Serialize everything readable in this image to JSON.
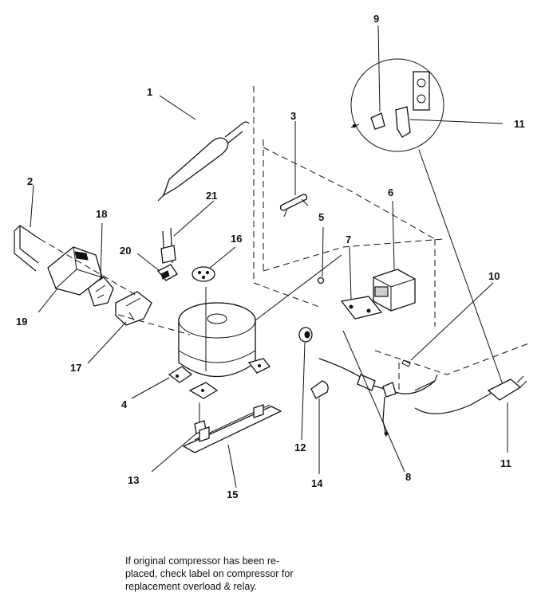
{
  "callouts": [
    {
      "id": "1",
      "label": "1"
    },
    {
      "id": "2",
      "label": "2"
    },
    {
      "id": "3",
      "label": "3"
    },
    {
      "id": "4",
      "label": "4"
    },
    {
      "id": "5",
      "label": "5"
    },
    {
      "id": "6",
      "label": "6"
    },
    {
      "id": "7",
      "label": "7"
    },
    {
      "id": "8",
      "label": "8"
    },
    {
      "id": "9",
      "label": "9"
    },
    {
      "id": "10",
      "label": "10"
    },
    {
      "id": "11a",
      "label": "11"
    },
    {
      "id": "11b",
      "label": "11"
    },
    {
      "id": "12",
      "label": "12"
    },
    {
      "id": "13",
      "label": "13"
    },
    {
      "id": "14",
      "label": "14"
    },
    {
      "id": "15",
      "label": "15"
    },
    {
      "id": "16",
      "label": "16"
    },
    {
      "id": "17",
      "label": "17"
    },
    {
      "id": "18",
      "label": "18"
    },
    {
      "id": "19",
      "label": "19"
    },
    {
      "id": "20",
      "label": "20"
    },
    {
      "id": "21",
      "label": "21"
    }
  ],
  "note": {
    "line1": "If original compressor has been re-",
    "line2": "placed, check label on compressor for",
    "line3": "replacement overload & relay."
  }
}
